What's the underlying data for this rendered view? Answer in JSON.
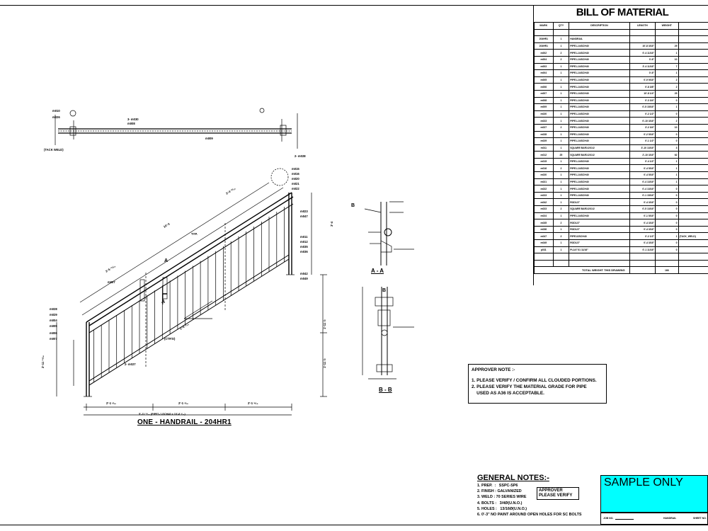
{
  "bom": {
    "title": "BILL OF MATERIAL",
    "headers": [
      "MARK",
      "QTY",
      "DESCRIPTION",
      "LENGTH",
      "WEIGHT"
    ],
    "rows": [
      [
        "",
        "",
        "",
        "",
        ""
      ],
      [
        "204HR1",
        "1",
        "HANDRAIL",
        "",
        ""
      ],
      [
        "204HR1",
        "1",
        "PIPE1-1/4SCH40",
        "10'-8 3/16\"",
        "29"
      ],
      [
        "m002",
        "2",
        "PIPE1-1/4SCH40",
        "0'-4 11/16\"",
        "1"
      ],
      [
        "m004",
        "2",
        "PIPE1-1/4SCH40",
        "3'-6\"",
        "10"
      ],
      [
        "m003",
        "1",
        "PIPE1-1/4SCH40",
        "3'-4 11/16\"",
        "7"
      ],
      [
        "m004",
        "1",
        "PIPE1-1/4SCH40",
        "0'-6\"",
        "1"
      ],
      [
        "m005",
        "1",
        "PIPE1-1/4SCH40",
        "0'-9 9/16\"",
        "2"
      ],
      [
        "m006",
        "1",
        "PIPE1-1/4SCH40",
        "0'-8 3/8\"",
        "2"
      ],
      [
        "m007",
        "1",
        "PIPE1-1/4SCH40",
        "10'-8 1/4\"",
        "29"
      ],
      [
        "m008",
        "1",
        "PIPE1-1/4SCH40",
        "0'-3 3/4\"",
        "0"
      ],
      [
        "m009",
        "1",
        "PIPE1-1/4SCH40",
        "0'-5 15/16\"",
        "1"
      ],
      [
        "m020",
        "1",
        "PIPE1-1/4SCH40",
        "0'-2 1/2\"",
        "0"
      ],
      [
        "m023",
        "1",
        "PIPE1-1/4SCH40",
        "0'-10 3/16\"",
        "2"
      ],
      [
        "m027",
        "2",
        "PIPE1-1/4SCH40",
        "3'-2 3/4\"",
        "10"
      ],
      [
        "m028",
        "1",
        "PIPE1-1/4SCH40",
        "0'-2 5/16\"",
        "0"
      ],
      [
        "m029",
        "1",
        "PIPE1-1/4SCH40",
        "0'-1 1/2\"",
        "0"
      ],
      [
        "m011",
        "1",
        "SQUARE BAR1/2X1/2",
        "3'-10 13/16\"",
        "3"
      ],
      [
        "m012",
        "25",
        "SQUARE BAR1/2X1/2",
        "2'-10 3/16\"",
        "62"
      ],
      [
        "m015",
        "1",
        "PIPE1-1/4SCH40",
        "0'-4 1/2\"",
        "1"
      ],
      [
        "m016",
        "2",
        "PIPE1-1/4SCH40",
        "0'-4 5/16\"",
        "1"
      ],
      [
        "m020",
        "1",
        "PIPE1-1/4SCH40",
        "0'-4 5/16\"",
        "1"
      ],
      [
        "m021",
        "1",
        "PIPE1-1/4SCH40",
        "0'-4 13/16\"",
        "1"
      ],
      [
        "m022",
        "1",
        "PIPE1-1/4SCH40",
        "0'-4 13/16\"",
        "0"
      ],
      [
        "m023",
        "1",
        "PIPE1-1/4SCH40",
        "0'-1 15/16\"",
        "0"
      ],
      [
        "m042",
        "1",
        "ROD1/2\"",
        "0'-4 3/16\"",
        "0"
      ],
      [
        "m023",
        "2",
        "SQUARE BAR1/2X1/2",
        "0'-5 13/16\"",
        "0"
      ],
      [
        "m024",
        "1",
        "PIPE1-1/4SCH40",
        "0'-1 5/16\"",
        "0"
      ],
      [
        "m035",
        "2",
        "ROD1/2\"",
        "0'-4 3/16\"",
        "0"
      ],
      [
        "m036",
        "1",
        "ROD1/2\"",
        "0'-4 3/16\"",
        "0"
      ],
      [
        "m047",
        "2",
        "PIPE1/2SCH40",
        "0'-2 1/2\"",
        "1"
      ],
      [
        "m049",
        "1",
        "ROD1/2\"",
        "0'-4 3/16\"",
        "0"
      ],
      [
        "p031",
        "1",
        "PL1/4\"X1 11/16\"",
        "0'-1 11/16\"",
        "0"
      ],
      [
        "",
        "",
        "",
        "",
        ""
      ],
      [
        "",
        "",
        "",
        "",
        ""
      ]
    ],
    "remark": "(TACK_WELD)",
    "total_label": "TOTAL WEIGHT THIS DRAWING",
    "total_value": "166"
  },
  "drawing": {
    "title": "ONE - HANDRAIL - 204HR1",
    "length_note": "5'-11 ¹³⁄₁₆ (PIPE1-¼SCH40 x 10'-8 ³⁄₁₆)",
    "section_aa": "A - A",
    "section_bb": "B - B",
    "dims": [
      "2'-1 ³⁄₁₆",
      "2'-1 ³⁄₁₆",
      "2'-1 ⁹⁄₁₆",
      "1'-11 ½",
      "1'-11 ½",
      "2'-11 ¹⁵⁄₁₆",
      "3'-4",
      "10'-3",
      "3'-4 ¹³⁄₁₆",
      "3'-5 ¹⁵⁄₁₆",
      "1'-4 ⁷⁄₁₆"
    ],
    "callouts": [
      "m010",
      "m026",
      "m008",
      "m009",
      "m015",
      "m016",
      "m020",
      "m021",
      "m022",
      "m023",
      "m047",
      "m011",
      "m012",
      "m035",
      "m036",
      "m042",
      "m049",
      "m027",
      "m028",
      "m029",
      "m004",
      "m005",
      "m006",
      "m007",
      "TYP.",
      "(CTR'D)",
      "(TACK WELD)",
      "2- m028",
      "2- m027",
      "3- m030"
    ],
    "section_letters": [
      "A",
      "A",
      "B",
      "B"
    ]
  },
  "approver_note": {
    "title": "APPROVER NOTE :-",
    "lines": [
      "1. PLEASE VERIFY / CONFIRM ALL CLOUDED PORTIONS.",
      "2. PLEASE VERIFY THE MATERIAL GRADE FOR PIPE",
      "    USED AS A36 IS ACCEPTABLE."
    ]
  },
  "general_notes": {
    "title": "GENERAL NOTES:-",
    "lines": [
      "1. PREP.  :   SSPC-SP6",
      "2. FINISH :  GALVANIZED",
      "3. WELD : 70 SERIES WIRE",
      "4. BOLTS :   3/4Ø(U.N.O.)",
      "5. HOLES :   13/16Ø(U.N.O.)",
      "6. 0'-3\" NO PAINT AROUND OPEN HOLES FOR SC BOLTS"
    ],
    "callout": "APPROVER PLEASE VERIFY"
  },
  "title_block": {
    "sample": "SAMPLE ONLY",
    "job_label": "JOB NO.",
    "name_label": "HANDRAIL",
    "sheet_label": "SHEET NO."
  },
  "colors": {
    "sample_bg": "#00ffff",
    "line": "#000000"
  }
}
